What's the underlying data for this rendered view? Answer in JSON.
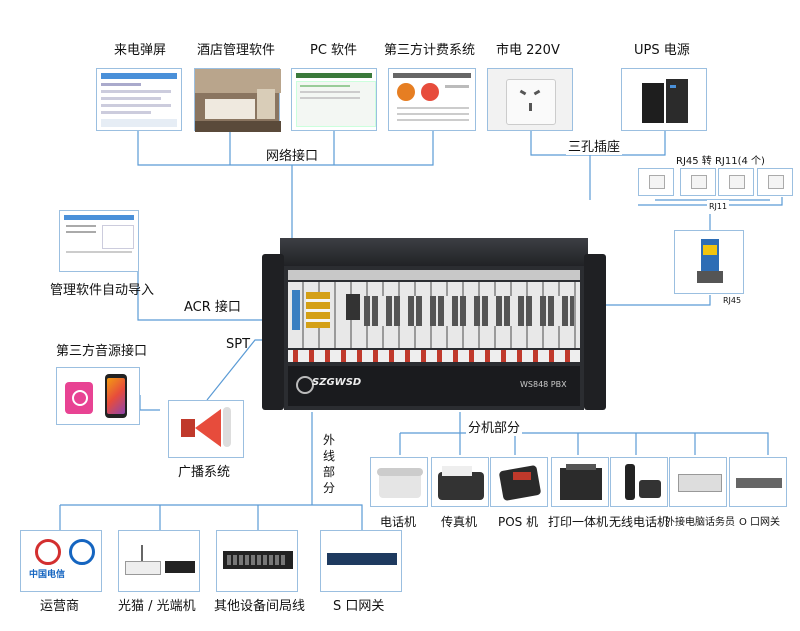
{
  "top_devices": {
    "caller_popup": "来电弹屏",
    "hotel_software": "酒店管理软件",
    "pc_software": "PC 软件",
    "third_party_billing": "第三方计费系统",
    "mains_power": "市电 220V",
    "ups_power": "UPS 电源"
  },
  "interfaces": {
    "network": "网络接口",
    "three_hole_socket": "三孔插座",
    "rj45_to_rj11": "RJ45 转 RJ11(4 个)",
    "rj11": "RJ11",
    "rj45": "RJ45",
    "acr": "ACR 接口",
    "spt": "SPT",
    "outside_lines": "外线部分",
    "extensions": "分机部分"
  },
  "left_devices": {
    "mgmt_import": "管理软件自动导入",
    "third_party_audio": "第三方音源接口",
    "broadcast": "广播系统"
  },
  "chassis": {
    "brand": "SZGWSD",
    "model": "WS848 PBX"
  },
  "extension_devices": [
    "电话机",
    "传真机",
    "POS 机",
    "打印一体机",
    "无线电话机",
    "外接电脑话务员",
    "O 口网关"
  ],
  "outside_devices": {
    "carriers": "运营商",
    "optical_modem": "光猫 / 光端机",
    "other_room": "其他设备间局线",
    "s_gateway": "S 口网关"
  },
  "carrier_logo_text": "中国电信",
  "colors": {
    "line": "#5b9bd5",
    "card_border": "#9bbfe0",
    "chassis": "#2b2d31",
    "port_red": "#c0392b",
    "gold": "#d4a017"
  }
}
